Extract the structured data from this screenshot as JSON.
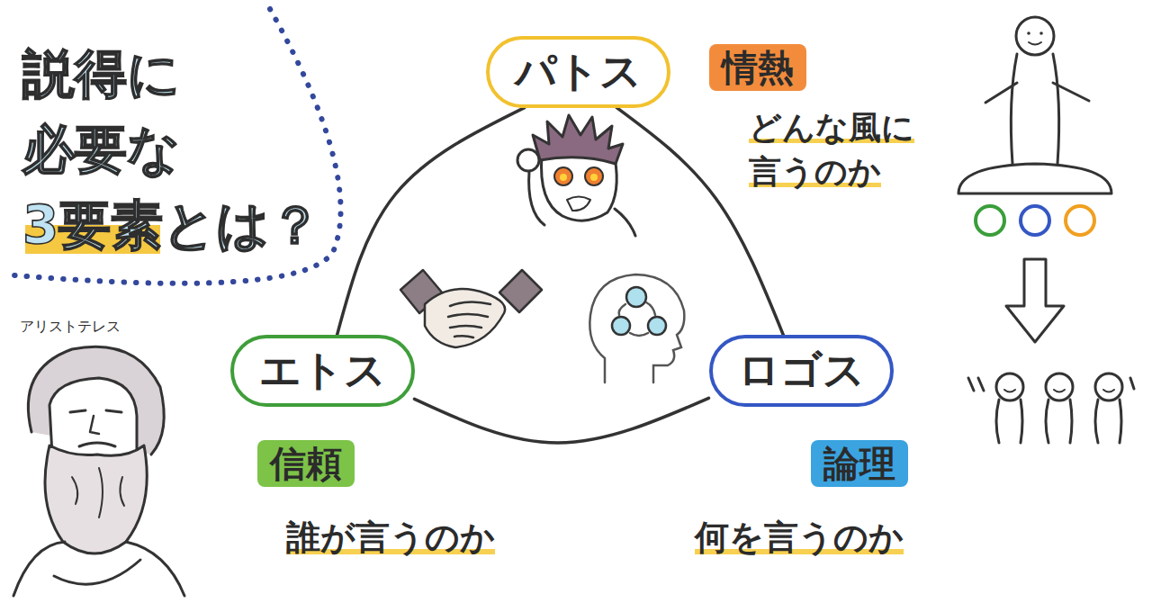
{
  "diagram": {
    "title": "説得に 必要な 3要素とは？",
    "nodes": [
      {
        "text": [
          "パトス"
        ]
      },
      {
        "text": [
          "情熱"
        ]
      },
      {
        "text": [
          "エトス"
        ]
      },
      {
        "text": [
          "信頼"
        ]
      },
      {
        "text": [
          "ロゴス"
        ]
      },
      {
        "text": [
          "論理"
        ]
      }
    ],
    "edges": [
      {
        "from": 0,
        "to": 2,
        "arrow": "none"
      },
      {
        "from": 0,
        "to": 4,
        "arrow": "none"
      },
      {
        "from": 2,
        "to": 4,
        "arrow": "none"
      }
    ],
    "labels": [
      "アリストテレス",
      "どんな風に 言うのか",
      "誰が言うのか",
      "何を言うのか"
    ]
  }
}
